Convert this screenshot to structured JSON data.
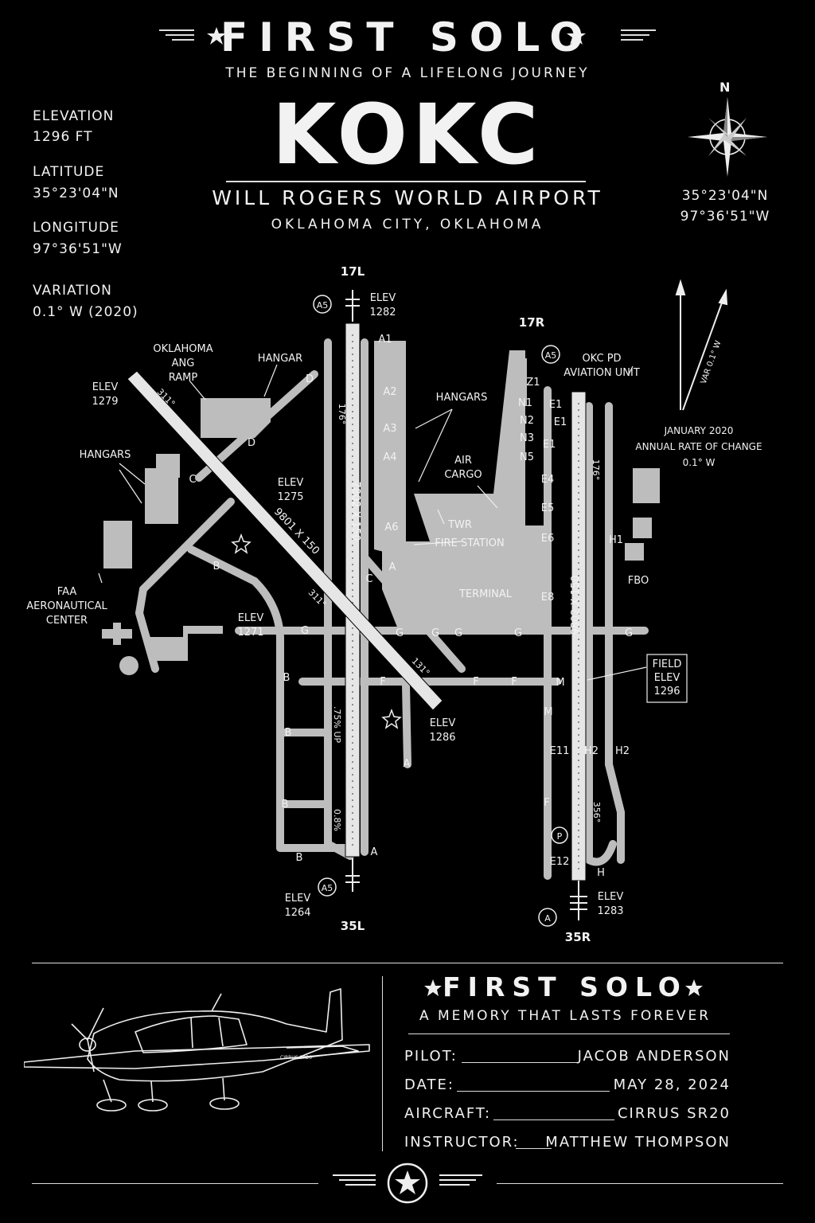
{
  "header": {
    "title": "FIRST SOLO",
    "subtitle": "THE BEGINNING OF A LIFELONG JOURNEY",
    "airport_code": "KOKC",
    "airport_name": "WILL ROGERS WORLD AIRPORT",
    "location": "OKLAHOMA CITY, OKLAHOMA"
  },
  "info": {
    "elevation_label": "ELEVATION",
    "elevation_value": "1296 FT",
    "latitude_label": "LATITUDE",
    "latitude_value": "35°23'04\"N",
    "longitude_label": "LONGITUDE",
    "longitude_value": "97°36'51\"W",
    "variation_label": "VARIATION",
    "variation_value": "0.1° W (2020)"
  },
  "compass": {
    "north": "N",
    "lat": "35°23'04\"N",
    "lon": "97°36'51\"W",
    "var_label": "VAR 0.1° W",
    "note_1": "JANUARY 2020",
    "note_2": "ANNUAL RATE OF CHANGE",
    "note_3": "0.1° W"
  },
  "diagram": {
    "rw_17l": "17L",
    "rw_35l": "35L",
    "rw_17r": "17R",
    "rw_35r": "35R",
    "elev_1282": [
      "ELEV",
      "1282"
    ],
    "elev_1279": [
      "ELEV",
      "1279"
    ],
    "elev_1275": [
      "ELEV",
      "1275"
    ],
    "elev_1271": [
      "ELEV",
      "1271"
    ],
    "elev_1264": [
      "ELEV",
      "1264"
    ],
    "elev_1286": [
      "ELEV",
      "1286"
    ],
    "elev_1283": [
      "ELEV",
      "1283"
    ],
    "field_elev": [
      "FIELD",
      "ELEV",
      "1296"
    ],
    "rw_dims_1": "7802 X 150",
    "rw_dims_2": "9801 X 150",
    "rw_dims_3": "9802 X 150",
    "hdg_176": "176°",
    "hdg_356": "356°",
    "hdg_311": "311°",
    "hdg_131": "131°",
    "grade": ".75% UP",
    "grade_2": "0.8%",
    "labels": {
      "ang_ramp": [
        "OKLAHOMA",
        "ANG",
        "RAMP"
      ],
      "hangar": "HANGAR",
      "hangars_left": "HANGARS",
      "hangars_center": "HANGARS",
      "air_cargo": [
        "AIR",
        "CARGO"
      ],
      "twr": "TWR",
      "fire_station": "FIRE STATION",
      "terminal": "TERMINAL",
      "faa": [
        "FAA",
        "AERONAUTICAL",
        "CENTER"
      ],
      "okc_pd": [
        "OKC PD",
        "AVIATION UNIT"
      ],
      "fbo": "FBO"
    },
    "taxiways": [
      "A1",
      "A2",
      "A3",
      "A4",
      "A6",
      "Z1",
      "N1",
      "N2",
      "N3",
      "N5",
      "E1",
      "E1",
      "E1",
      "E4",
      "E5",
      "E6",
      "E8",
      "H1",
      "H2",
      "H2",
      "E11",
      "E12",
      "M",
      "M",
      "F",
      "F",
      "F",
      "F",
      "G",
      "G",
      "G",
      "G",
      "G",
      "G",
      "B",
      "B",
      "B",
      "B",
      "B",
      "A",
      "A",
      "A",
      "C",
      "C",
      "D",
      "D",
      "H",
      "A5",
      "A5",
      "A5",
      "A",
      "P"
    ]
  },
  "bottom": {
    "title": "FIRST SOLO",
    "subtitle": "A MEMORY THAT LASTS FOREVER",
    "pilot_label": "PILOT:",
    "pilot_value": "JACOB ANDERSON",
    "date_label": "DATE:",
    "date_value": "MAY 28, 2024",
    "aircraft_label": "AIRCRAFT:",
    "aircraft_value": "CIRRUS SR20",
    "instructor_label": "INSTRUCTOR:",
    "instructor_value": "MATTHEW THOMPSON",
    "plane_marking": "CIRRUS SR20"
  },
  "icons": [
    "star-icon",
    "compass-rose-icon",
    "airplane-icon",
    "winged-star-icon",
    "north-arrow-icon"
  ]
}
